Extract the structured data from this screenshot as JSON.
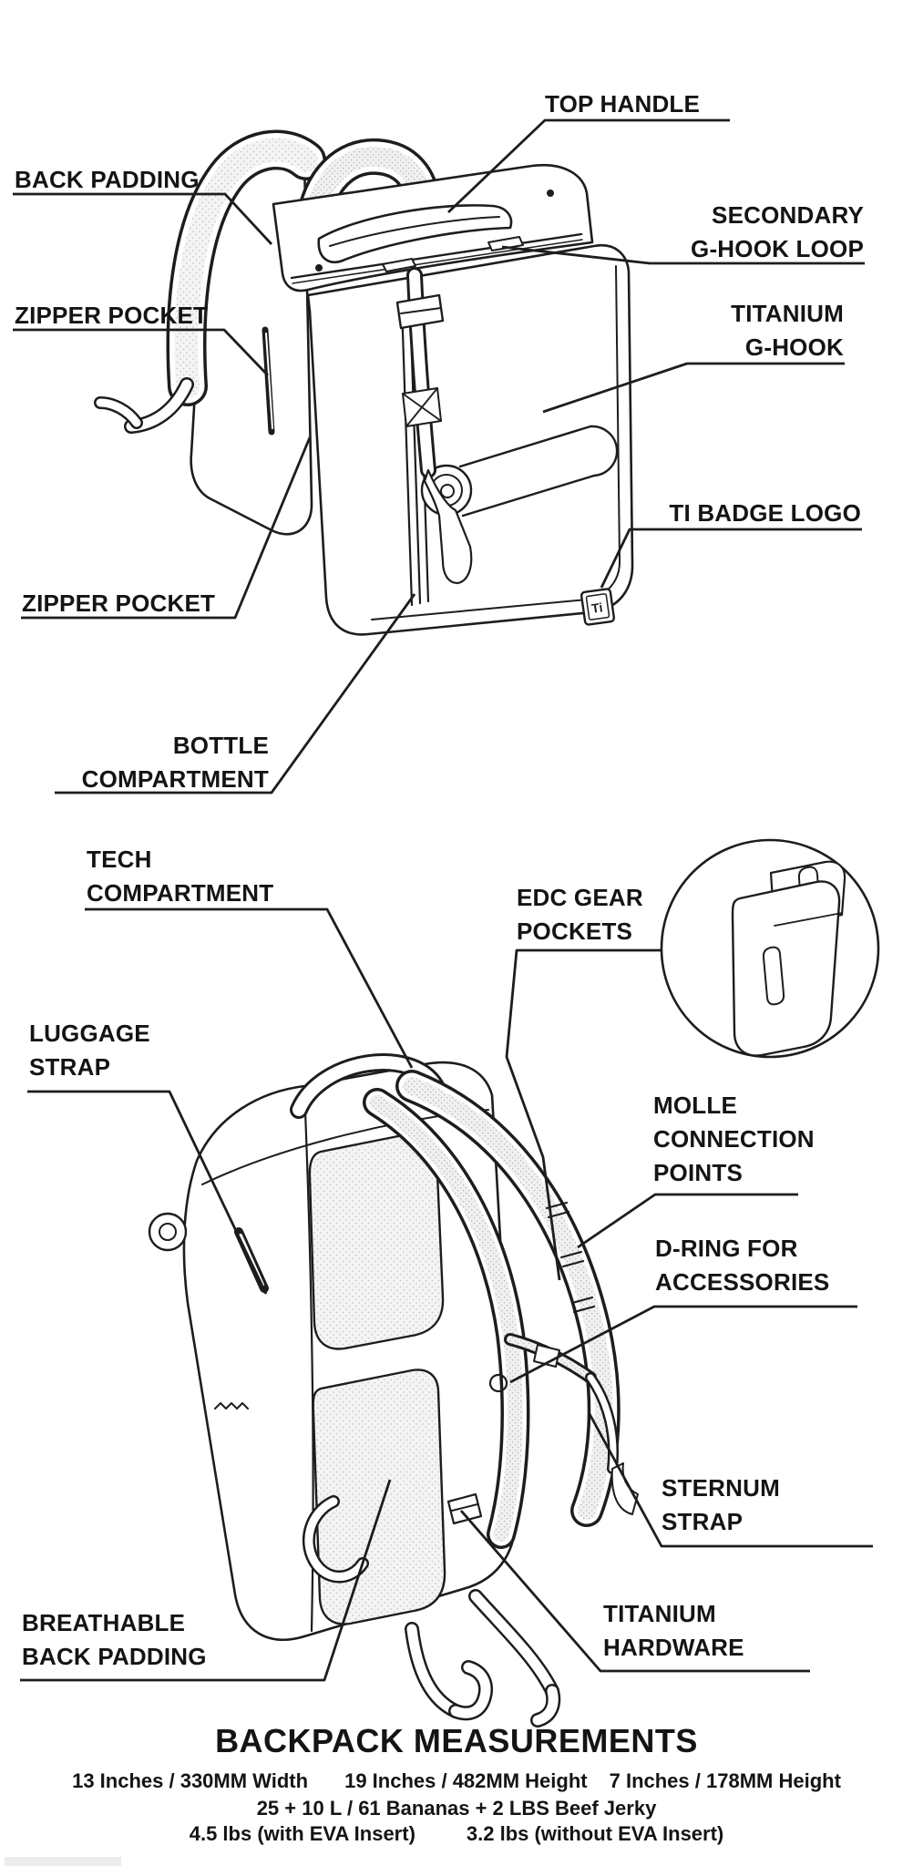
{
  "figure1": {
    "name": "backpack-front-three-quarter-view",
    "badge_text": "Ti",
    "labels": {
      "top_handle": {
        "line1": "TOP HANDLE"
      },
      "back_padding": {
        "line1": "BACK PADDING"
      },
      "zipper_pocket_upper": {
        "line1": "ZIPPER POCKET"
      },
      "secondary_g_hook_loop": {
        "line1": "SECONDARY",
        "line2": "G-HOOK LOOP"
      },
      "titanium_g_hook": {
        "line1": "TITANIUM",
        "line2": "G-HOOK"
      },
      "ti_badge_logo": {
        "line1": "TI BADGE LOGO"
      },
      "zipper_pocket_lower": {
        "line1": "ZIPPER POCKET"
      },
      "bottle_compartment": {
        "line1": "BOTTLE",
        "line2": "COMPARTMENT"
      }
    }
  },
  "figure2": {
    "name": "backpack-rear-three-quarter-view",
    "labels": {
      "tech_compartment": {
        "line1": "TECH",
        "line2": "COMPARTMENT"
      },
      "edc_gear_pockets": {
        "line1": "EDC GEAR",
        "line2": "POCKETS"
      },
      "luggage_strap": {
        "line1": "LUGGAGE",
        "line2": "STRAP"
      },
      "molle_connection_points": {
        "line1": "MOLLE",
        "line2": "CONNECTION",
        "line3": "POINTS"
      },
      "d_ring_for_accessories": {
        "line1": "D-RING FOR",
        "line2": "ACCESSORIES"
      },
      "sternum_strap": {
        "line1": "STERNUM",
        "line2": "STRAP"
      },
      "titanium_hardware": {
        "line1": "TITANIUM",
        "line2": "HARDWARE"
      },
      "breathable_back_padding": {
        "line1": "BREATHABLE",
        "line2": "BACK PADDING"
      }
    }
  },
  "measurements": {
    "title": "BACKPACK MEASUREMENTS",
    "line1_part1": "13 Inches / 330MM Width",
    "line1_part2": "19 Inches / 482MM Height",
    "line1_part3": "7 Inches / 178MM Height",
    "line2": "25 + 10 L / 61 Bananas + 2 LBS Beef Jerky",
    "line3_part1": "4.5 lbs (with EVA Insert)",
    "line3_part2": "3.2 lbs (without EVA Insert)"
  },
  "colors": {
    "ink": "#1d1d1d",
    "paper": "#ffffff",
    "mesh_dot": "#c9c9c9",
    "mesh_fill": "#f4f4f4",
    "artifact_grey": "#ececec"
  }
}
